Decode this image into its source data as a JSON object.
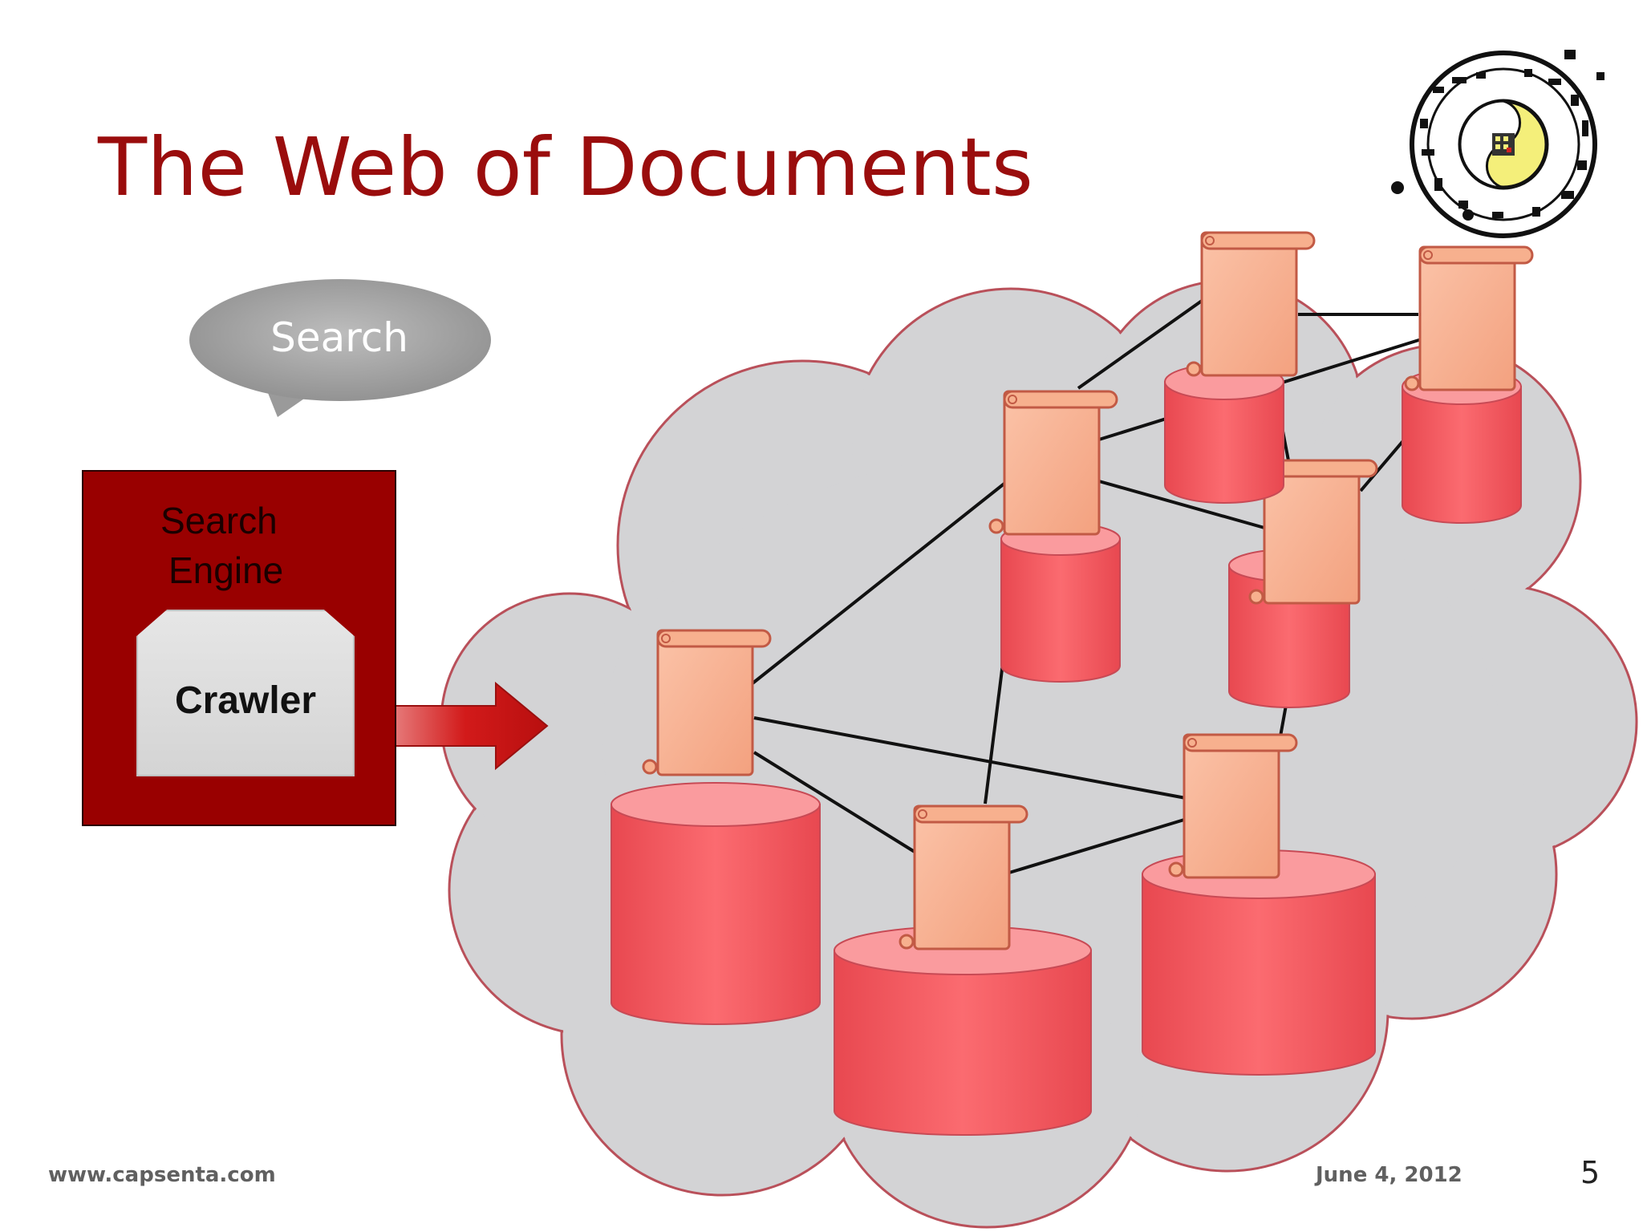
{
  "slide": {
    "title": "The Web of Documents",
    "footer": {
      "website": "www.capsenta.com",
      "date": "June 4, 2012",
      "page_number": "5"
    }
  },
  "diagram": {
    "search_bubble": {
      "label": "Search"
    },
    "search_engine": {
      "label_line1": "Search",
      "label_line2": "Engine",
      "crawler_label": "Crawler"
    },
    "colors": {
      "title": "#9a0d0d",
      "search_engine_box": "#990000",
      "database": "#f25e62",
      "document": "#f7b08e",
      "cloud": "#d3d3d5",
      "cloud_outline": "#b9505a",
      "arrow": "#cc1111"
    },
    "logo": {
      "icon": "capsenta-logo-icon"
    }
  }
}
